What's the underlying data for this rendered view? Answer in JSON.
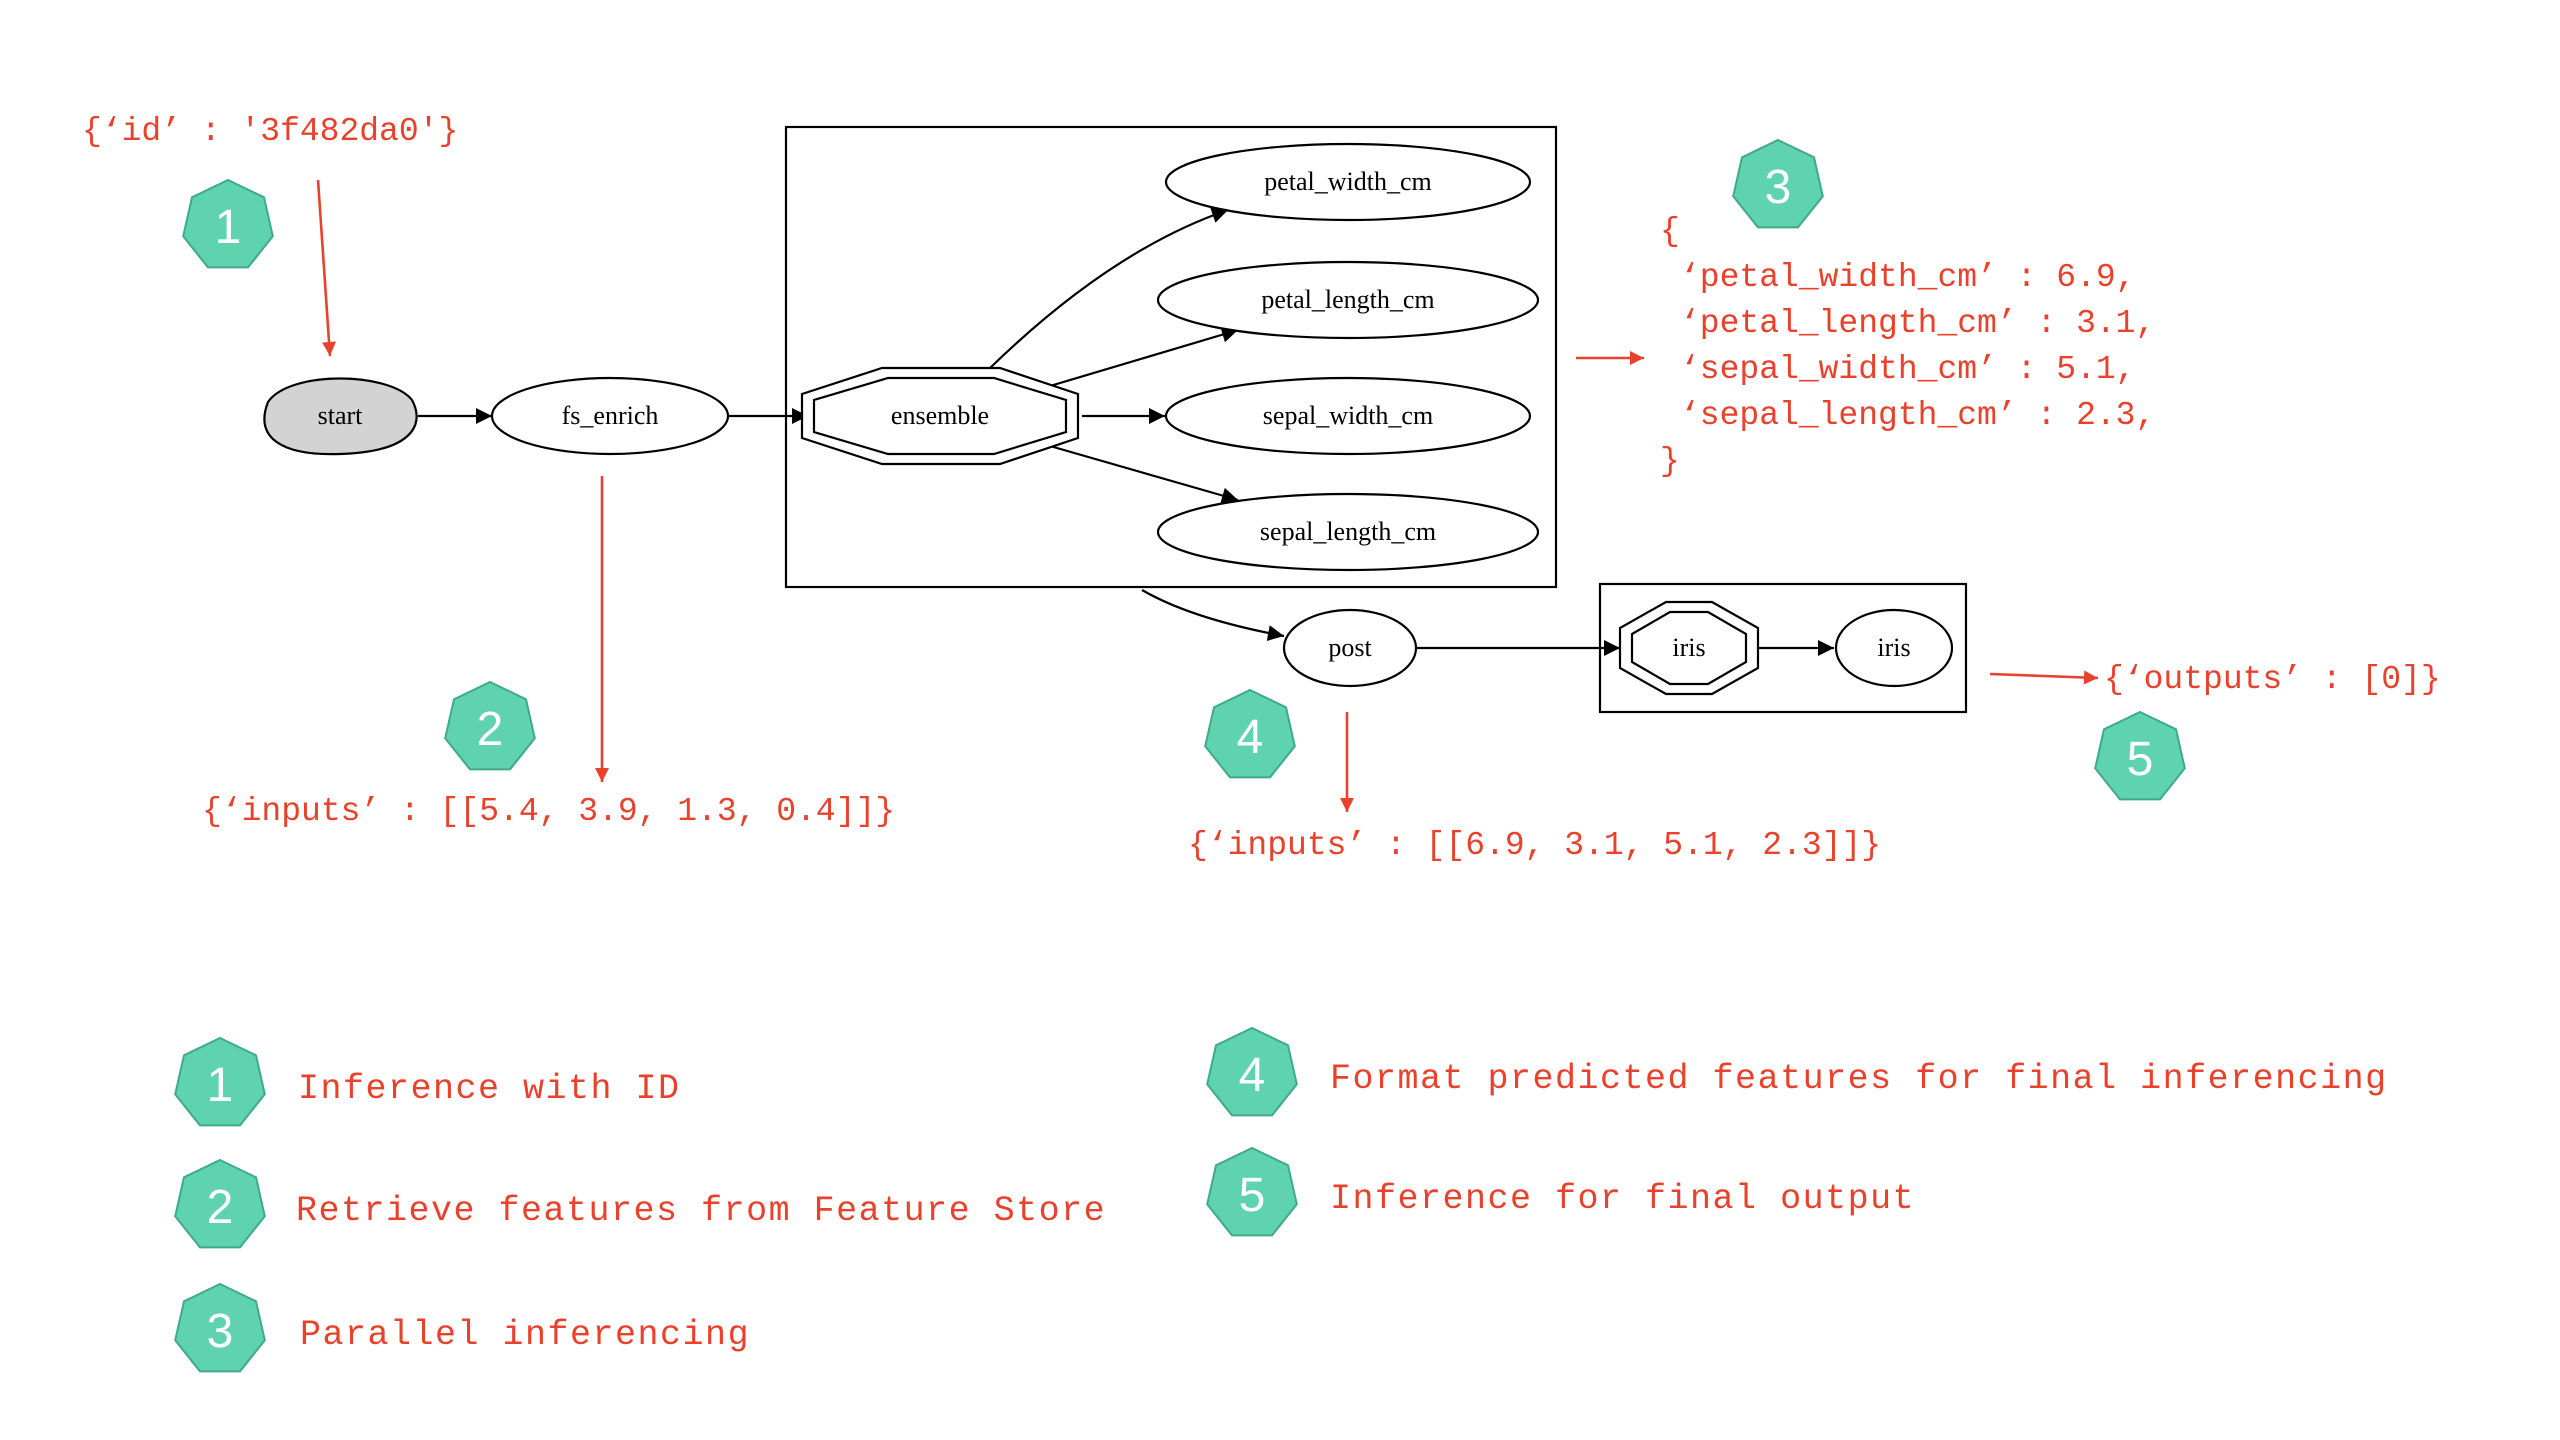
{
  "nodes": {
    "start": "start",
    "fs_enrich": "fs_enrich",
    "ensemble": "ensemble",
    "petal_width_cm": "petal_width_cm",
    "petal_length_cm": "petal_length_cm",
    "sepal_width_cm": "sepal_width_cm",
    "sepal_length_cm": "sepal_length_cm",
    "post": "post",
    "iris_router": "iris",
    "iris_model": "iris"
  },
  "annotations": {
    "id_request": "{‘id’ : '3f482da0'}",
    "fs_inputs": "{‘inputs’ : [[5.4, 3.9, 1.3, 0.4]]}",
    "features_open": "{",
    "feature_lines": [
      "‘petal_width_cm’ : 6.9,",
      "‘petal_length_cm’ : 3.1,",
      "‘sepal_width_cm’ : 5.1,",
      "‘sepal_length_cm’ : 2.3,"
    ],
    "features_close": "}",
    "post_inputs": "{‘inputs’ : [[6.9, 3.1, 5.1, 2.3]]}",
    "outputs": "{‘outputs’ : [0]}"
  },
  "badges": [
    "1",
    "2",
    "3",
    "4",
    "5"
  ],
  "legend": [
    {
      "num": "1",
      "text": "Inference with ID"
    },
    {
      "num": "2",
      "text": "Retrieve features from Feature Store"
    },
    {
      "num": "3",
      "text": "Parallel inferencing"
    },
    {
      "num": "4",
      "text": "Format predicted features for final inferencing"
    },
    {
      "num": "5",
      "text": "Inference for final output"
    }
  ],
  "colors": {
    "annotation": "#e8412c",
    "badge_fill": "#5fd3ae",
    "start_fill": "#d3d3d3",
    "line": "#000000"
  }
}
